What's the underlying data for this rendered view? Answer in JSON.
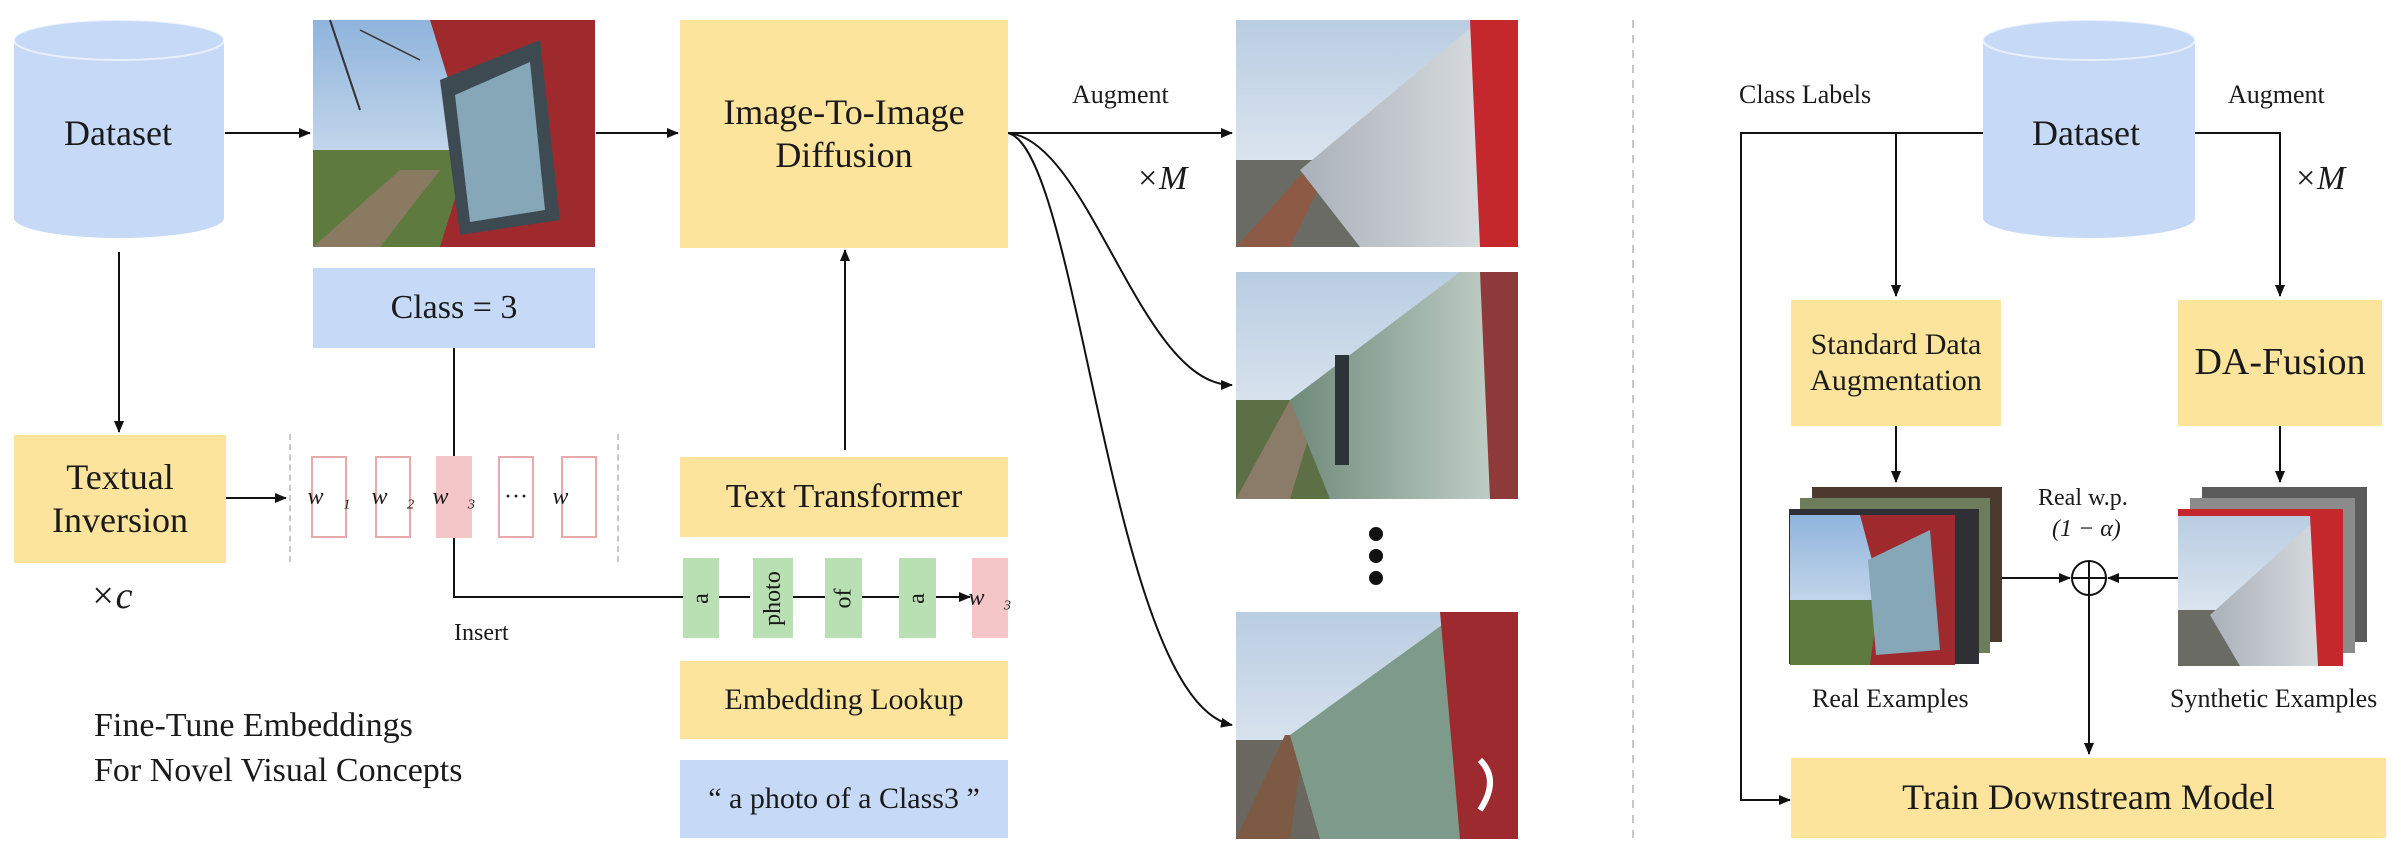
{
  "left": {
    "dataset": "Dataset",
    "class_label": "Class = 3",
    "textual_inversion": "Textual\nInversion",
    "times_c": "×c",
    "img2img": "Image-To-Image\nDiffusion",
    "augment": "Augment",
    "times_m": "×M",
    "text_transformer": "Text Transformer",
    "tokens": [
      "a",
      "photo",
      "of",
      "a"
    ],
    "embeddings": [
      "w⃗₁",
      "w⃗₂",
      "w⃗₃",
      "···",
      "w⃗꜀"
    ],
    "target_token": "w⃗₃",
    "insert": "Insert",
    "embedding_lookup": "Embedding Lookup",
    "prompt": "“ a photo of a Class3 ”",
    "fine_tune_line1": "Fine-Tune Embeddings",
    "fine_tune_line2": "For Novel Visual Concepts"
  },
  "right": {
    "dataset": "Dataset",
    "class_labels": "Class Labels",
    "augment": "Augment",
    "times_m": "×M",
    "standard_aug": "Standard Data\nAugmentation",
    "da_fusion": "DA-Fusion",
    "real_wp": "Real w.p.",
    "alpha": "(1 − α)",
    "real_examples": "Real Examples",
    "synthetic_examples": "Synthetic Examples",
    "train": "Train Downstream Model"
  },
  "colors": {
    "yellow": "#fde49c",
    "blue": "#c6daf7",
    "green": "#b9e0b2",
    "pink": "#f4c6c8"
  }
}
